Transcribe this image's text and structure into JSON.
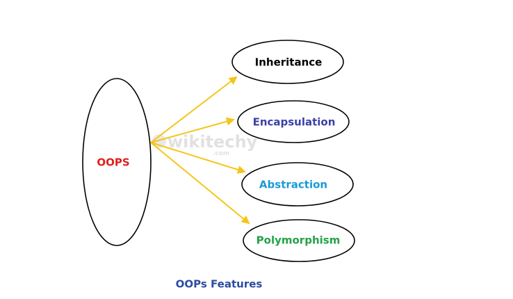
{
  "watermark": {
    "brand": "wikitechy",
    "domain": ".com"
  },
  "diagram": {
    "center": {
      "label": "OOPS",
      "color": "#e0201b"
    },
    "features": [
      {
        "label": "Inheritance",
        "color": "#000000"
      },
      {
        "label": "Encapsulation",
        "color": "#3b3fa8"
      },
      {
        "label": "Abstraction",
        "color": "#1a9ad8"
      },
      {
        "label": "Polymorphism",
        "color": "#23a24a"
      }
    ],
    "arrow_color": "#f5c518",
    "caption": "OOPs Features",
    "caption_color": "#2c4ca0"
  }
}
